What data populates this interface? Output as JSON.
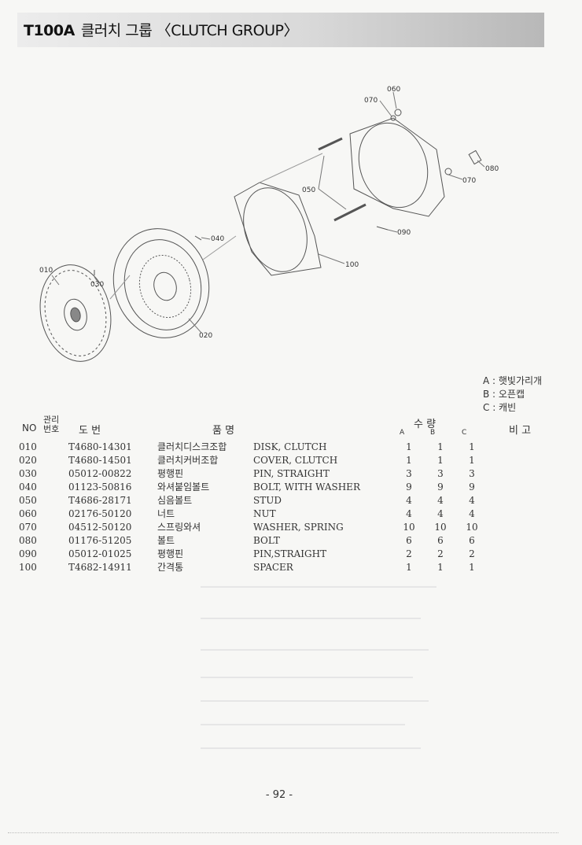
{
  "header": {
    "model": "T100A",
    "title": "클러치 그룹 〈CLUTCH GROUP〉"
  },
  "callouts": [
    "010",
    "020",
    "030",
    "040",
    "050",
    "060",
    "070",
    "080",
    "090",
    "100"
  ],
  "legend": [
    "A : 햇빛가리개",
    "B : 오픈캡",
    "C : 캐빈"
  ],
  "table": {
    "headers": {
      "no": "NO",
      "mgmt": "관리 번호",
      "part_no": "도  번",
      "name": "품  명",
      "qty": "수  량",
      "remarks": "비 고",
      "a": "A",
      "b": "B",
      "c": "C"
    },
    "rows": [
      {
        "no": "010",
        "part": "T4680-14301",
        "kor": "클러치디스크조합",
        "eng": "DISK, CLUTCH",
        "a": "1",
        "b": "1",
        "c": "1"
      },
      {
        "no": "020",
        "part": "T4680-14501",
        "kor": "클러치커버조합",
        "eng": "COVER, CLUTCH",
        "a": "1",
        "b": "1",
        "c": "1"
      },
      {
        "no": "030",
        "part": "05012-00822",
        "kor": "평행핀",
        "eng": "PIN, STRAIGHT",
        "a": "3",
        "b": "3",
        "c": "3"
      },
      {
        "no": "040",
        "part": "01123-50816",
        "kor": "와셔붙임볼트",
        "eng": "BOLT, WITH WASHER",
        "a": "9",
        "b": "9",
        "c": "9"
      },
      {
        "no": "050",
        "part": "T4686-28171",
        "kor": "심음볼트",
        "eng": "STUD",
        "a": "4",
        "b": "4",
        "c": "4"
      },
      {
        "no": "060",
        "part": "02176-50120",
        "kor": "너트",
        "eng": "NUT",
        "a": "4",
        "b": "4",
        "c": "4"
      },
      {
        "no": "070",
        "part": "04512-50120",
        "kor": "스프링와셔",
        "eng": "WASHER, SPRING",
        "a": "10",
        "b": "10",
        "c": "10"
      },
      {
        "no": "080",
        "part": "01176-51205",
        "kor": "볼트",
        "eng": "BOLT",
        "a": "6",
        "b": "6",
        "c": "6"
      },
      {
        "no": "090",
        "part": "05012-01025",
        "kor": "평행핀",
        "eng": "PIN,STRAIGHT",
        "a": "2",
        "b": "2",
        "c": "2"
      },
      {
        "no": "100",
        "part": "T4682-14911",
        "kor": "간격통",
        "eng": "SPACER",
        "a": "1",
        "b": "1",
        "c": "1"
      }
    ]
  },
  "page_number": "- 92 -"
}
